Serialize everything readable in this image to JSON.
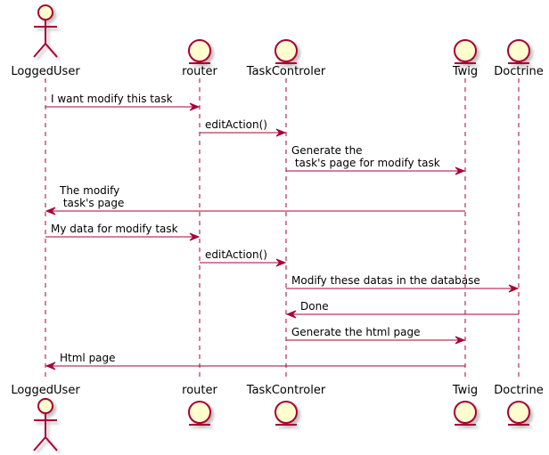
{
  "colors": {
    "fill": "#FEFECE",
    "stroke": "#A80036",
    "arrow": "#A80036",
    "text": "#000000"
  },
  "participants": [
    {
      "id": "user",
      "label": "LoggedUser",
      "shape": "actor-icon"
    },
    {
      "id": "router",
      "label": "router",
      "shape": "entity-icon"
    },
    {
      "id": "ctrl",
      "label": "TaskControler",
      "shape": "entity-icon"
    },
    {
      "id": "twig",
      "label": "Twig",
      "shape": "entity-icon"
    },
    {
      "id": "doctrine",
      "label": "Doctrine",
      "shape": "entity-icon"
    }
  ],
  "messages": [
    {
      "from": "user",
      "to": "router",
      "lines": [
        "I want modify this task"
      ]
    },
    {
      "from": "router",
      "to": "ctrl",
      "lines": [
        "editAction()"
      ]
    },
    {
      "from": "ctrl",
      "to": "twig",
      "lines": [
        "Generate the",
        " task's page for modify task"
      ]
    },
    {
      "from": "twig",
      "to": "user",
      "lines": [
        "The modify",
        " task's page"
      ]
    },
    {
      "from": "user",
      "to": "router",
      "lines": [
        "My data for modify task"
      ]
    },
    {
      "from": "router",
      "to": "ctrl",
      "lines": [
        "editAction()"
      ]
    },
    {
      "from": "ctrl",
      "to": "doctrine",
      "lines": [
        "Modify these datas in the database"
      ]
    },
    {
      "from": "doctrine",
      "to": "ctrl",
      "lines": [
        "Done"
      ]
    },
    {
      "from": "ctrl",
      "to": "twig",
      "lines": [
        "Generate the html page"
      ]
    },
    {
      "from": "twig",
      "to": "user",
      "lines": [
        "Html page"
      ]
    }
  ]
}
